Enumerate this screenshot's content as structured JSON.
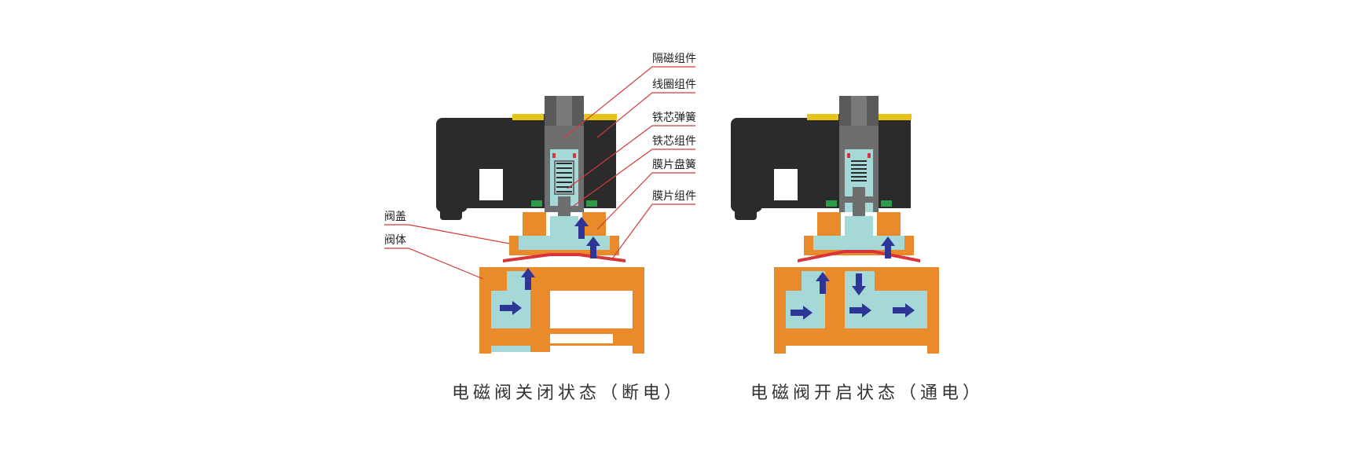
{
  "labels": {
    "isolation_assembly": "隔磁组件",
    "coil_assembly": "线圈组件",
    "core_spring": "铁芯弹簧",
    "core_assembly": "铁芯组件",
    "diaphragm_spring": "膜片盘簧",
    "diaphragm_assembly": "膜片组件",
    "bonnet": "阀盖",
    "valve_body": "阀体"
  },
  "captions": {
    "closed": "电磁阀关闭状态（断电）",
    "open": "电磁阀开启状态（通电）"
  },
  "colors": {
    "coil": "#2b2b2b",
    "tube": "#6e6e6e",
    "body": "#e98b2a",
    "fluid": "#a5d9d8",
    "diaphragm": "#d9343a",
    "seal": "#2e9b46",
    "arrow": "#2f3596",
    "leader": "#d23a3a",
    "yellow": "#e8c318"
  },
  "icons": [
    "flow-arrow-icon"
  ]
}
